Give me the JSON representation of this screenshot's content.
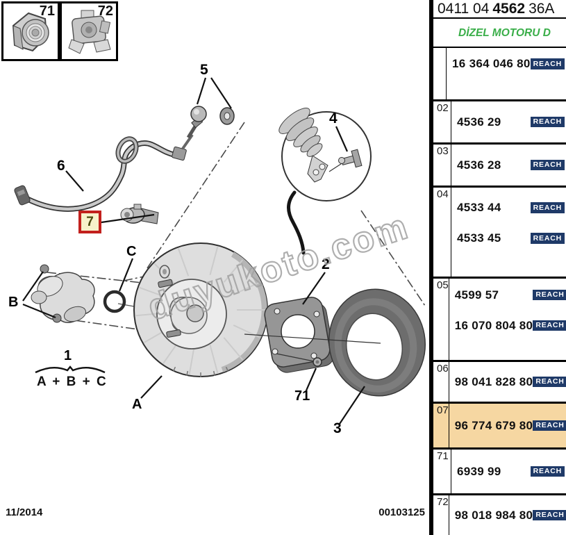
{
  "diagram": {
    "watermark": "duyukoto.com",
    "thumbnails": [
      {
        "label": "71"
      },
      {
        "label": "72"
      }
    ],
    "callouts": {
      "c5": "5",
      "c6": "6",
      "c7": "7",
      "c4": "4",
      "c2": "2",
      "c3": "3",
      "c71": "71",
      "cA": "A",
      "cB": "B",
      "cC": "C",
      "c1": "1",
      "formula": "A + B + C"
    },
    "footer": {
      "date": "11/2014",
      "number": "00103125"
    }
  },
  "panel": {
    "header": {
      "prefix": "0411 04",
      "bold": "4562",
      "suffix": "36A"
    },
    "subtitle": "DİZEL MOTORU D",
    "reach_label": "REACH",
    "rows": [
      {
        "num": "",
        "parts": [
          "16 364 046 80"
        ]
      },
      {
        "num": "02",
        "parts": [
          "4536 29"
        ]
      },
      {
        "num": "03",
        "parts": [
          "4536 28"
        ]
      },
      {
        "num": "04",
        "parts": [
          "4533 44",
          "4533 45"
        ]
      },
      {
        "num": "05",
        "parts": [
          "4599 57",
          "16 070 804 80"
        ]
      },
      {
        "num": "06",
        "parts": [
          "98 041 828 80"
        ]
      },
      {
        "num": "07",
        "parts": [
          "96 774 679 80"
        ],
        "highlight": true
      },
      {
        "num": "71",
        "parts": [
          "6939 99"
        ]
      },
      {
        "num": "72",
        "parts": [
          "98 018 984 80"
        ]
      }
    ]
  },
  "colors": {
    "highlight": "#f6d7a2",
    "reach_bg": "#1f3a68",
    "subtitle_green": "#3aae49",
    "item7_red": "#c2201d",
    "item7_yellow": "#f7f2cb"
  }
}
